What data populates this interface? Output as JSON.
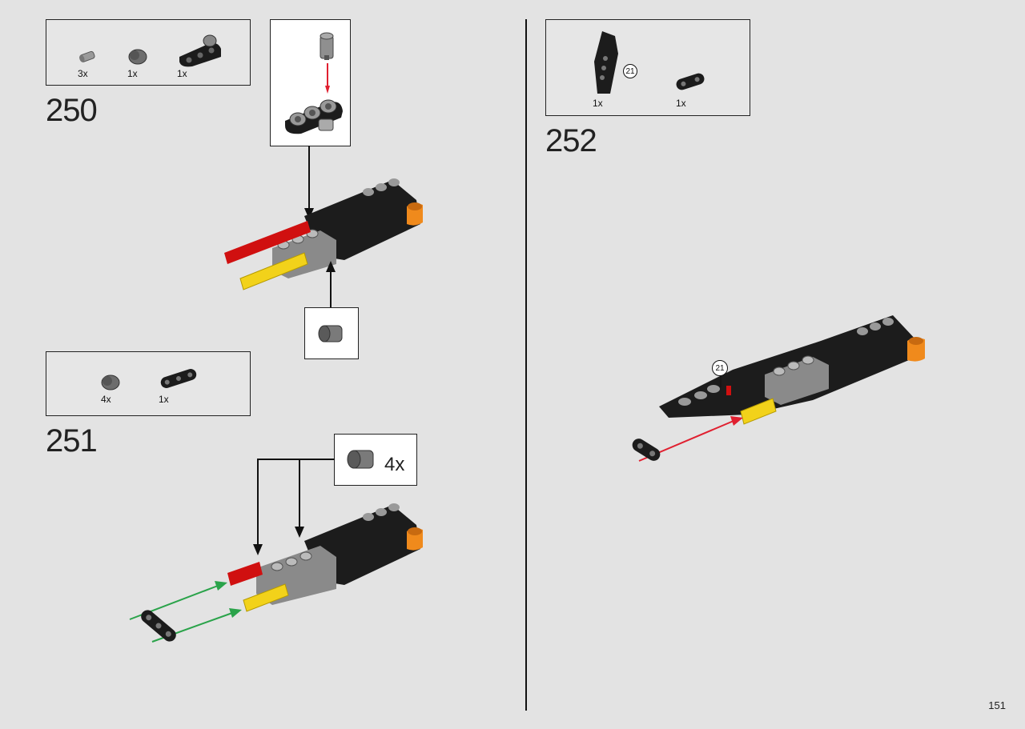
{
  "page_number": "151",
  "steps": [
    {
      "number": "250",
      "parts": [
        {
          "icon": "axle-pin-icon",
          "qty": "3x"
        },
        {
          "icon": "bush-icon",
          "qty": "1x"
        },
        {
          "icon": "beam-connector-icon",
          "qty": "1x"
        }
      ]
    },
    {
      "number": "251",
      "parts": [
        {
          "icon": "bush-icon",
          "qty": "4x"
        },
        {
          "icon": "liftarm-icon",
          "qty": "1x"
        }
      ],
      "callout_qty": "4x"
    },
    {
      "number": "252",
      "parts": [
        {
          "icon": "panel-icon",
          "qty": "1x",
          "ref": "21"
        },
        {
          "icon": "liftarm-icon",
          "qty": "1x"
        }
      ],
      "assembly_ref": "21"
    }
  ],
  "colors": {
    "background": "#e3e3e3",
    "black_part": "#1c1c1c",
    "grey_part": "#8a8a8a",
    "red_axle": "#d01010",
    "yellow_axle": "#f2d21a",
    "orange_part": "#f08a1c",
    "green_arrow": "#2aa34a",
    "red_arrow": "#e02030"
  }
}
